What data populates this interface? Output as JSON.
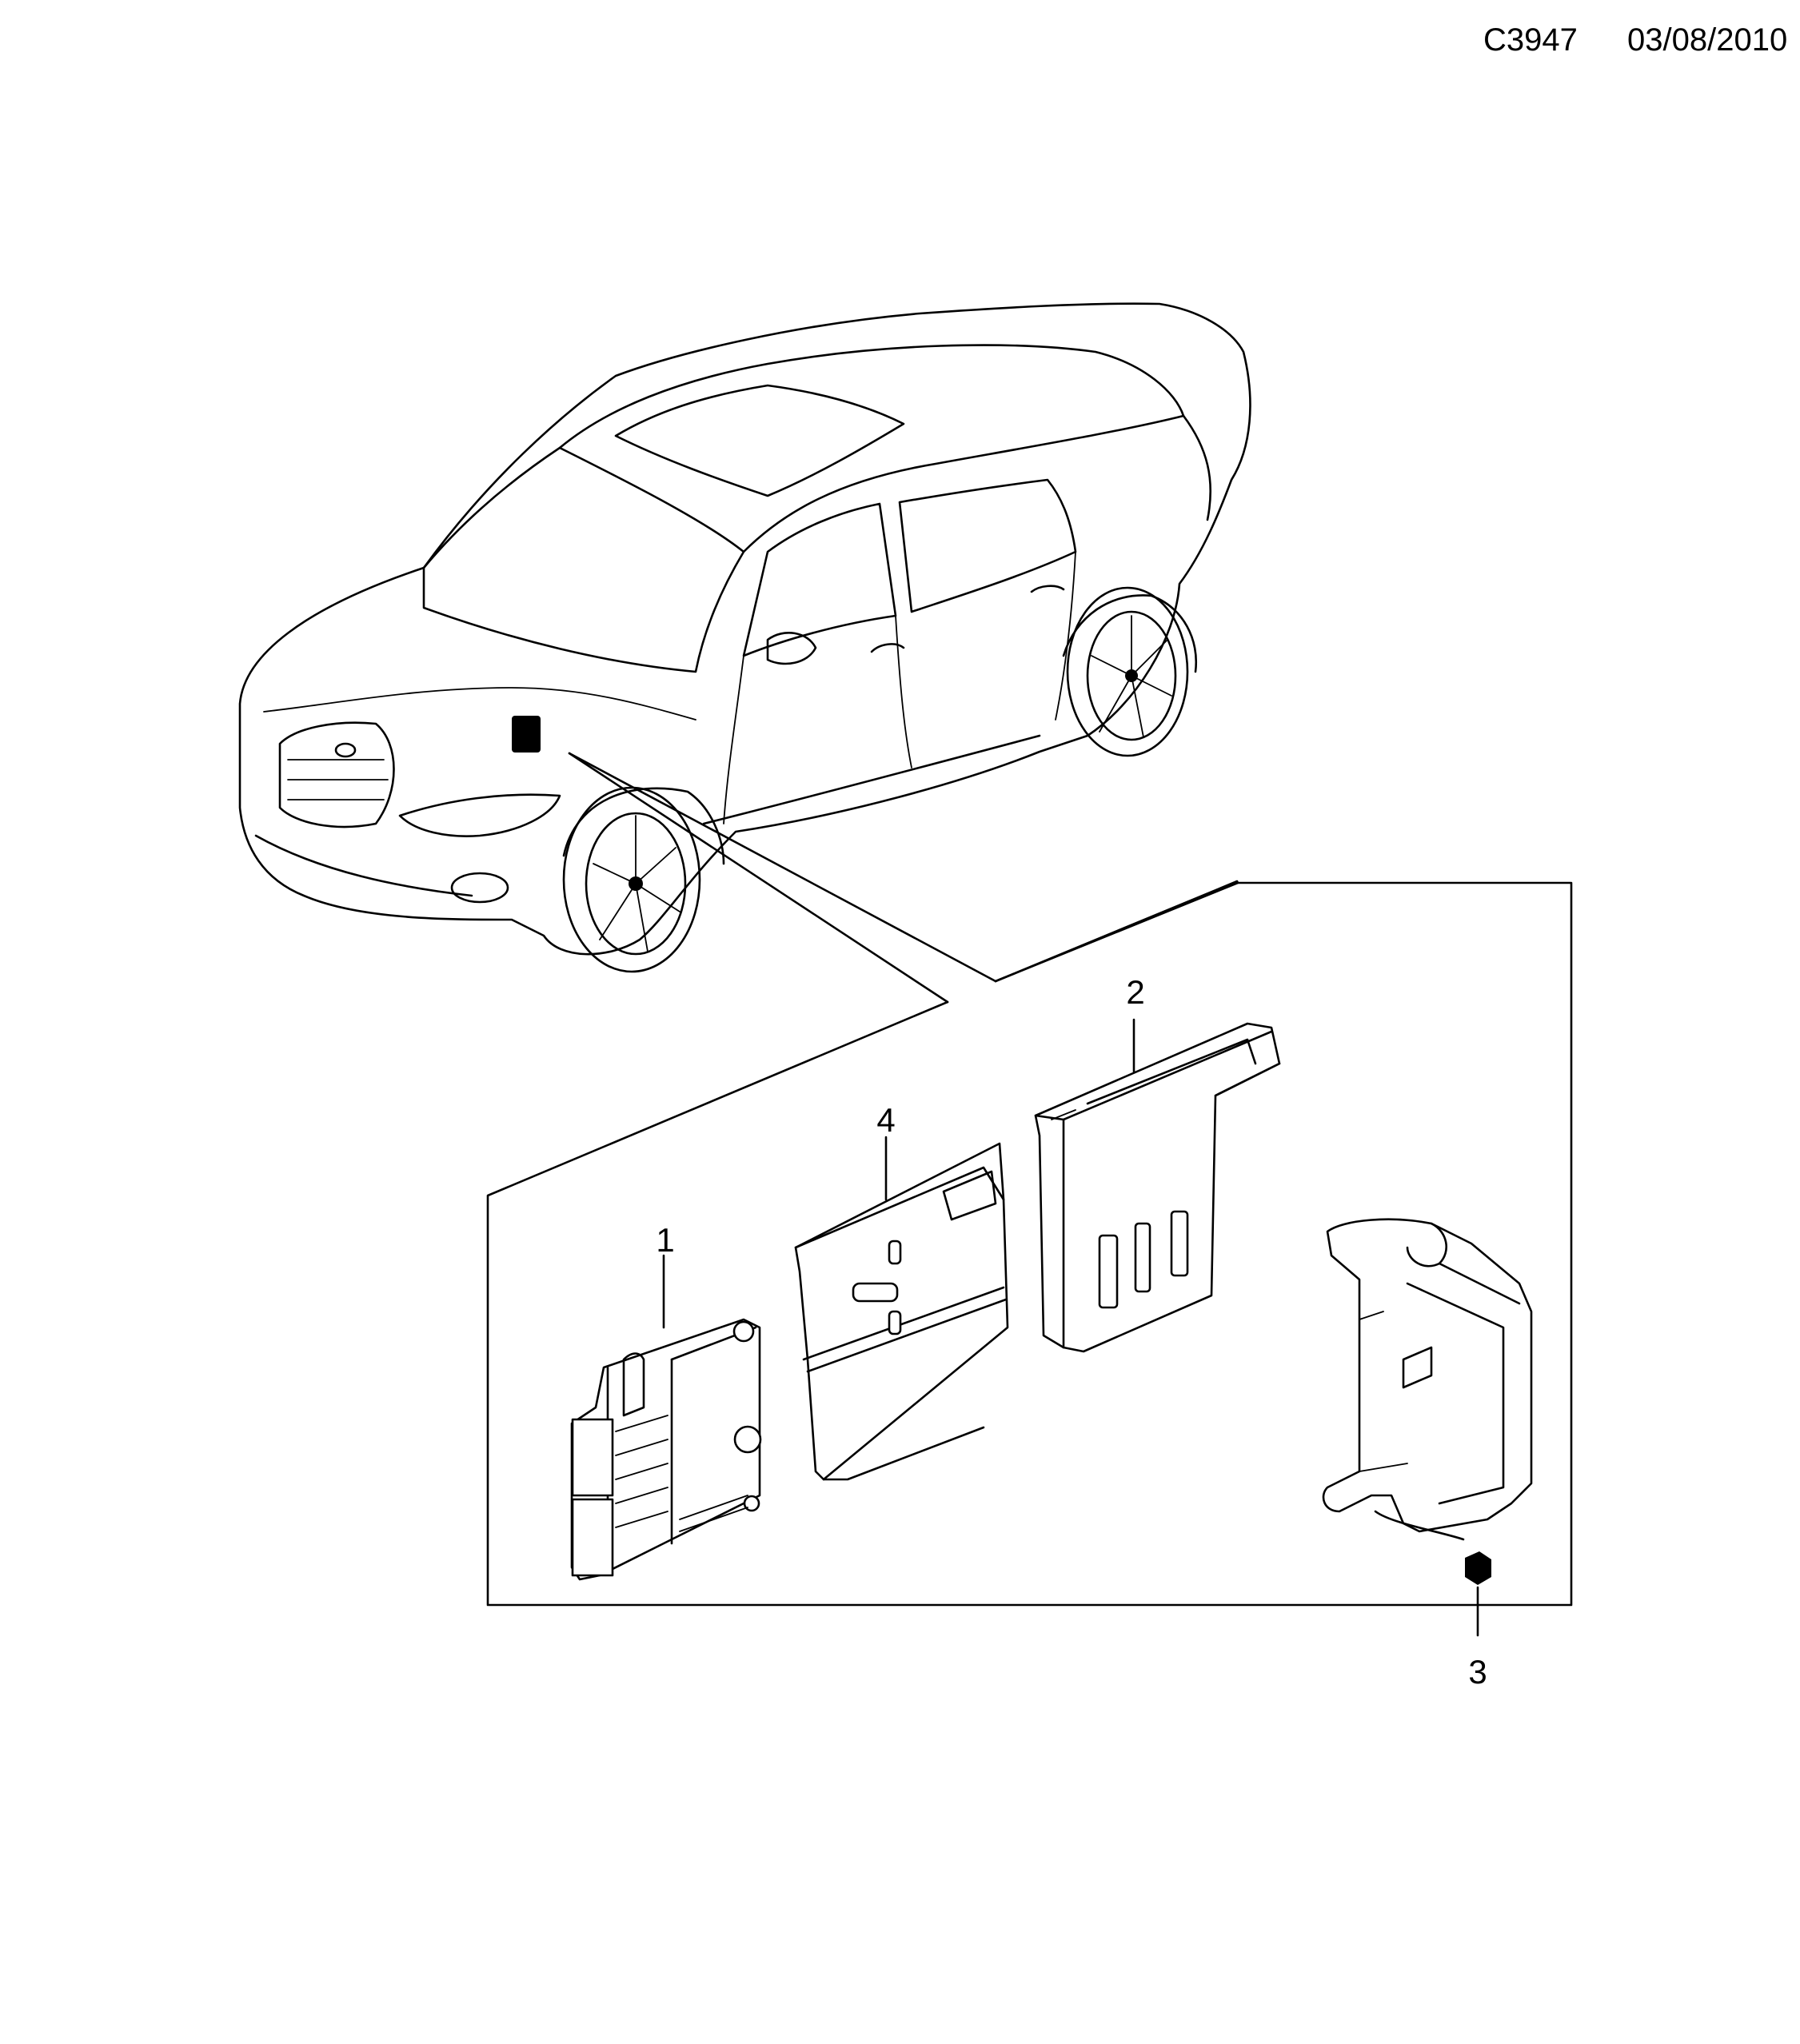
{
  "header": {
    "diagram_code": "C3947",
    "date": "03/08/2010"
  },
  "callouts": [
    {
      "number": "1",
      "part": "control-module"
    },
    {
      "number": "2",
      "part": "cover"
    },
    {
      "number": "3",
      "part": "nut"
    },
    {
      "number": "4",
      "part": "bracket"
    }
  ]
}
